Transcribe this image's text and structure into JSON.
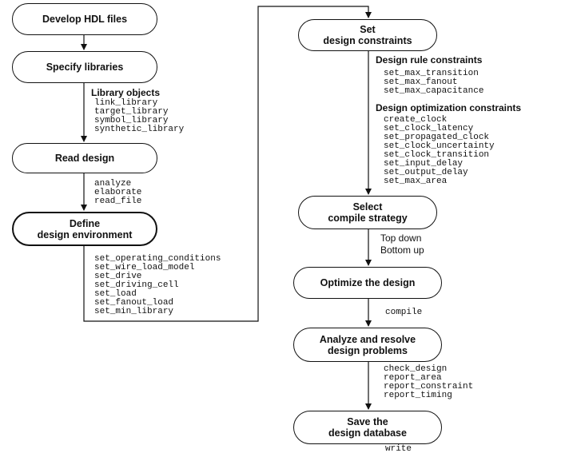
{
  "nodes": {
    "develop": [
      "Develop HDL files"
    ],
    "libraries": [
      "Specify libraries"
    ],
    "read": [
      "Read design"
    ],
    "define": [
      "Define",
      "design environment"
    ],
    "constraints": [
      "Set",
      "design constraints"
    ],
    "strategy": [
      "Select",
      "compile strategy"
    ],
    "optimize": [
      "Optimize the design"
    ],
    "analyze": [
      "Analyze and resolve",
      "design problems"
    ],
    "save": [
      "Save the",
      "design database"
    ]
  },
  "annotations": {
    "library_heading": "Library objects",
    "library_items": [
      "link_library",
      "target_library",
      "symbol_library",
      "synthetic_library"
    ],
    "read_items": [
      "analyze",
      "elaborate",
      "read_file"
    ],
    "environment_items": [
      "set_operating_conditions",
      "set_wire_load_model",
      "set_drive",
      "set_driving_cell",
      "set_load",
      "set_fanout_load",
      "set_min_library"
    ],
    "design_rule_heading": "Design rule constraints",
    "design_rule_items": [
      "set_max_transition",
      "set_max_fanout",
      "set_max_capacitance"
    ],
    "optimization_heading": "Design optimization constraints",
    "optimization_items": [
      "create_clock",
      "set_clock_latency",
      "set_propagated_clock",
      "set_clock_uncertainty",
      "set_clock_transition",
      "set_input_delay",
      "set_output_delay",
      "set_max_area"
    ],
    "strategy_items": [
      "Top down",
      "Bottom up"
    ],
    "compile_items": [
      "compile"
    ],
    "analyze_items": [
      "check_design",
      "report_area",
      "report_constraint",
      "report_timing"
    ],
    "save_items": [
      "write"
    ]
  }
}
